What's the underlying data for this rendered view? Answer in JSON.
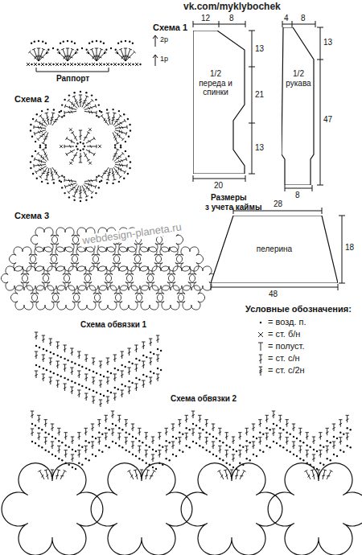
{
  "diagram": {
    "nodes": [
      {
        "text": [
          "1/2 переда и спинки"
        ]
      },
      {
        "text": [
          "1/2 рукава"
        ]
      },
      {
        "text": [
          "пелерина"
        ]
      }
    ],
    "labels": [
      "vk.com/myklybochek",
      "Схема 1",
      "2р",
      "1р",
      "Раппорт",
      "Схема 2",
      "12",
      "8",
      "13",
      "21",
      "13",
      "20",
      "4",
      "8",
      "13",
      "47",
      "8",
      "Размеры",
      "з учета каймы",
      "Схема 3",
      "webdesign-planeta.ru",
      "28",
      "18",
      "48",
      "Условные обозначения:",
      "Схема обвязки 1",
      "Схема обвязки 2"
    ],
    "legend": [
      {
        "text": "= возд. п."
      },
      {
        "text": "= ст. б/н"
      },
      {
        "text": "= полуст."
      },
      {
        "text": "= ст. с/н"
      },
      {
        "text": "= ст. с/2н"
      }
    ]
  }
}
